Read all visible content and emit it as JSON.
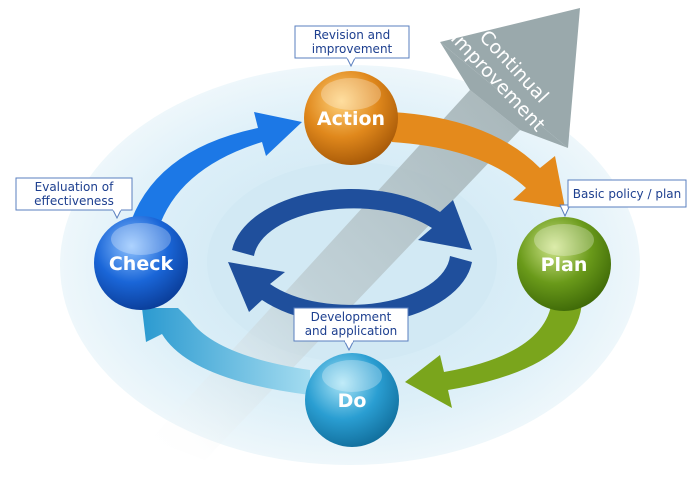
{
  "nodes": {
    "action": {
      "label": "Action",
      "color": "#e0881c"
    },
    "plan": {
      "label": "Plan",
      "color": "#6a9a1a"
    },
    "do": {
      "label": "Do",
      "color": "#2a9ed2"
    },
    "check": {
      "label": "Check",
      "color": "#1a66d8"
    }
  },
  "callouts": {
    "action": {
      "line1": "Revision and",
      "line2": "improvement"
    },
    "plan": {
      "line1": "Basic policy / plan"
    },
    "do": {
      "line1": "Development",
      "line2": "and application"
    },
    "check": {
      "line1": "Evaluation of",
      "line2": "effectiveness"
    }
  },
  "banner": {
    "line1": "Continual",
    "line2": "improvement"
  },
  "colors": {
    "arrow_action_plan": "#e48a1c",
    "arrow_plan_do": "#7aa51c",
    "arrow_do_check": "#3aa8d8",
    "arrow_check_action": "#1c78e6",
    "inner_cycle": "#1f4f9c",
    "callout_text": "#1d3f8f",
    "banner": "#9aa9ac"
  }
}
